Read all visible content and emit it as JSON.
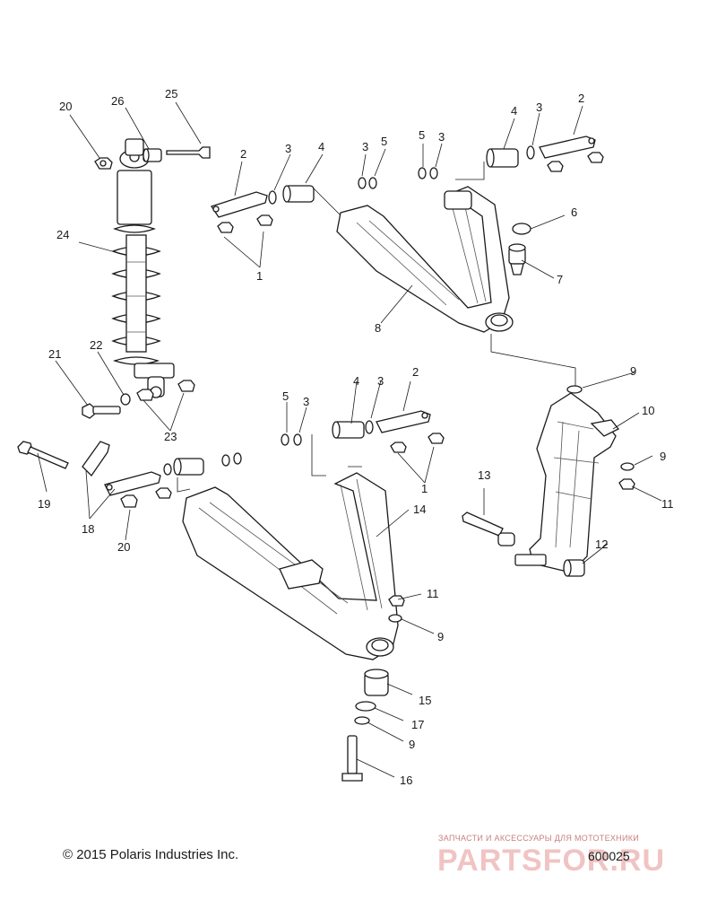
{
  "diagram": {
    "copyright": "© 2015 Polaris Industries Inc.",
    "figure_number": "600025",
    "watermark": {
      "tagline": "ЗАПЧАСТИ И АКСЕССУАРЫ ДЛЯ МОТОТЕХНИКИ",
      "logo_text": "PARTSFOR.RU"
    },
    "callouts": [
      "1",
      "2",
      "3",
      "4",
      "5",
      "6",
      "7",
      "8",
      "9",
      "10",
      "11",
      "12",
      "13",
      "14",
      "15",
      "16",
      "17",
      "18",
      "19",
      "20",
      "21",
      "22",
      "23",
      "24",
      "25",
      "26"
    ]
  }
}
